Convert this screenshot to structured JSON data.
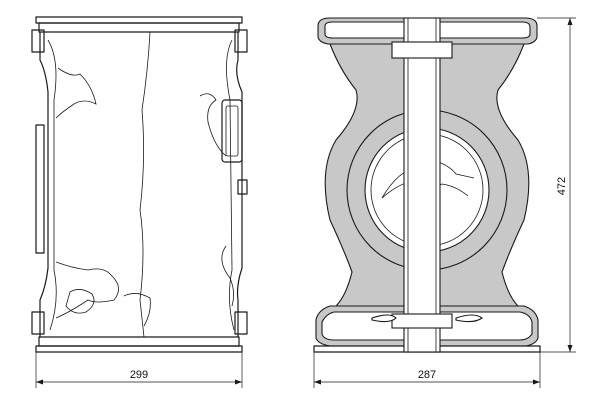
{
  "dimensions": {
    "left_width": "299",
    "right_width": "287",
    "height": "472"
  }
}
